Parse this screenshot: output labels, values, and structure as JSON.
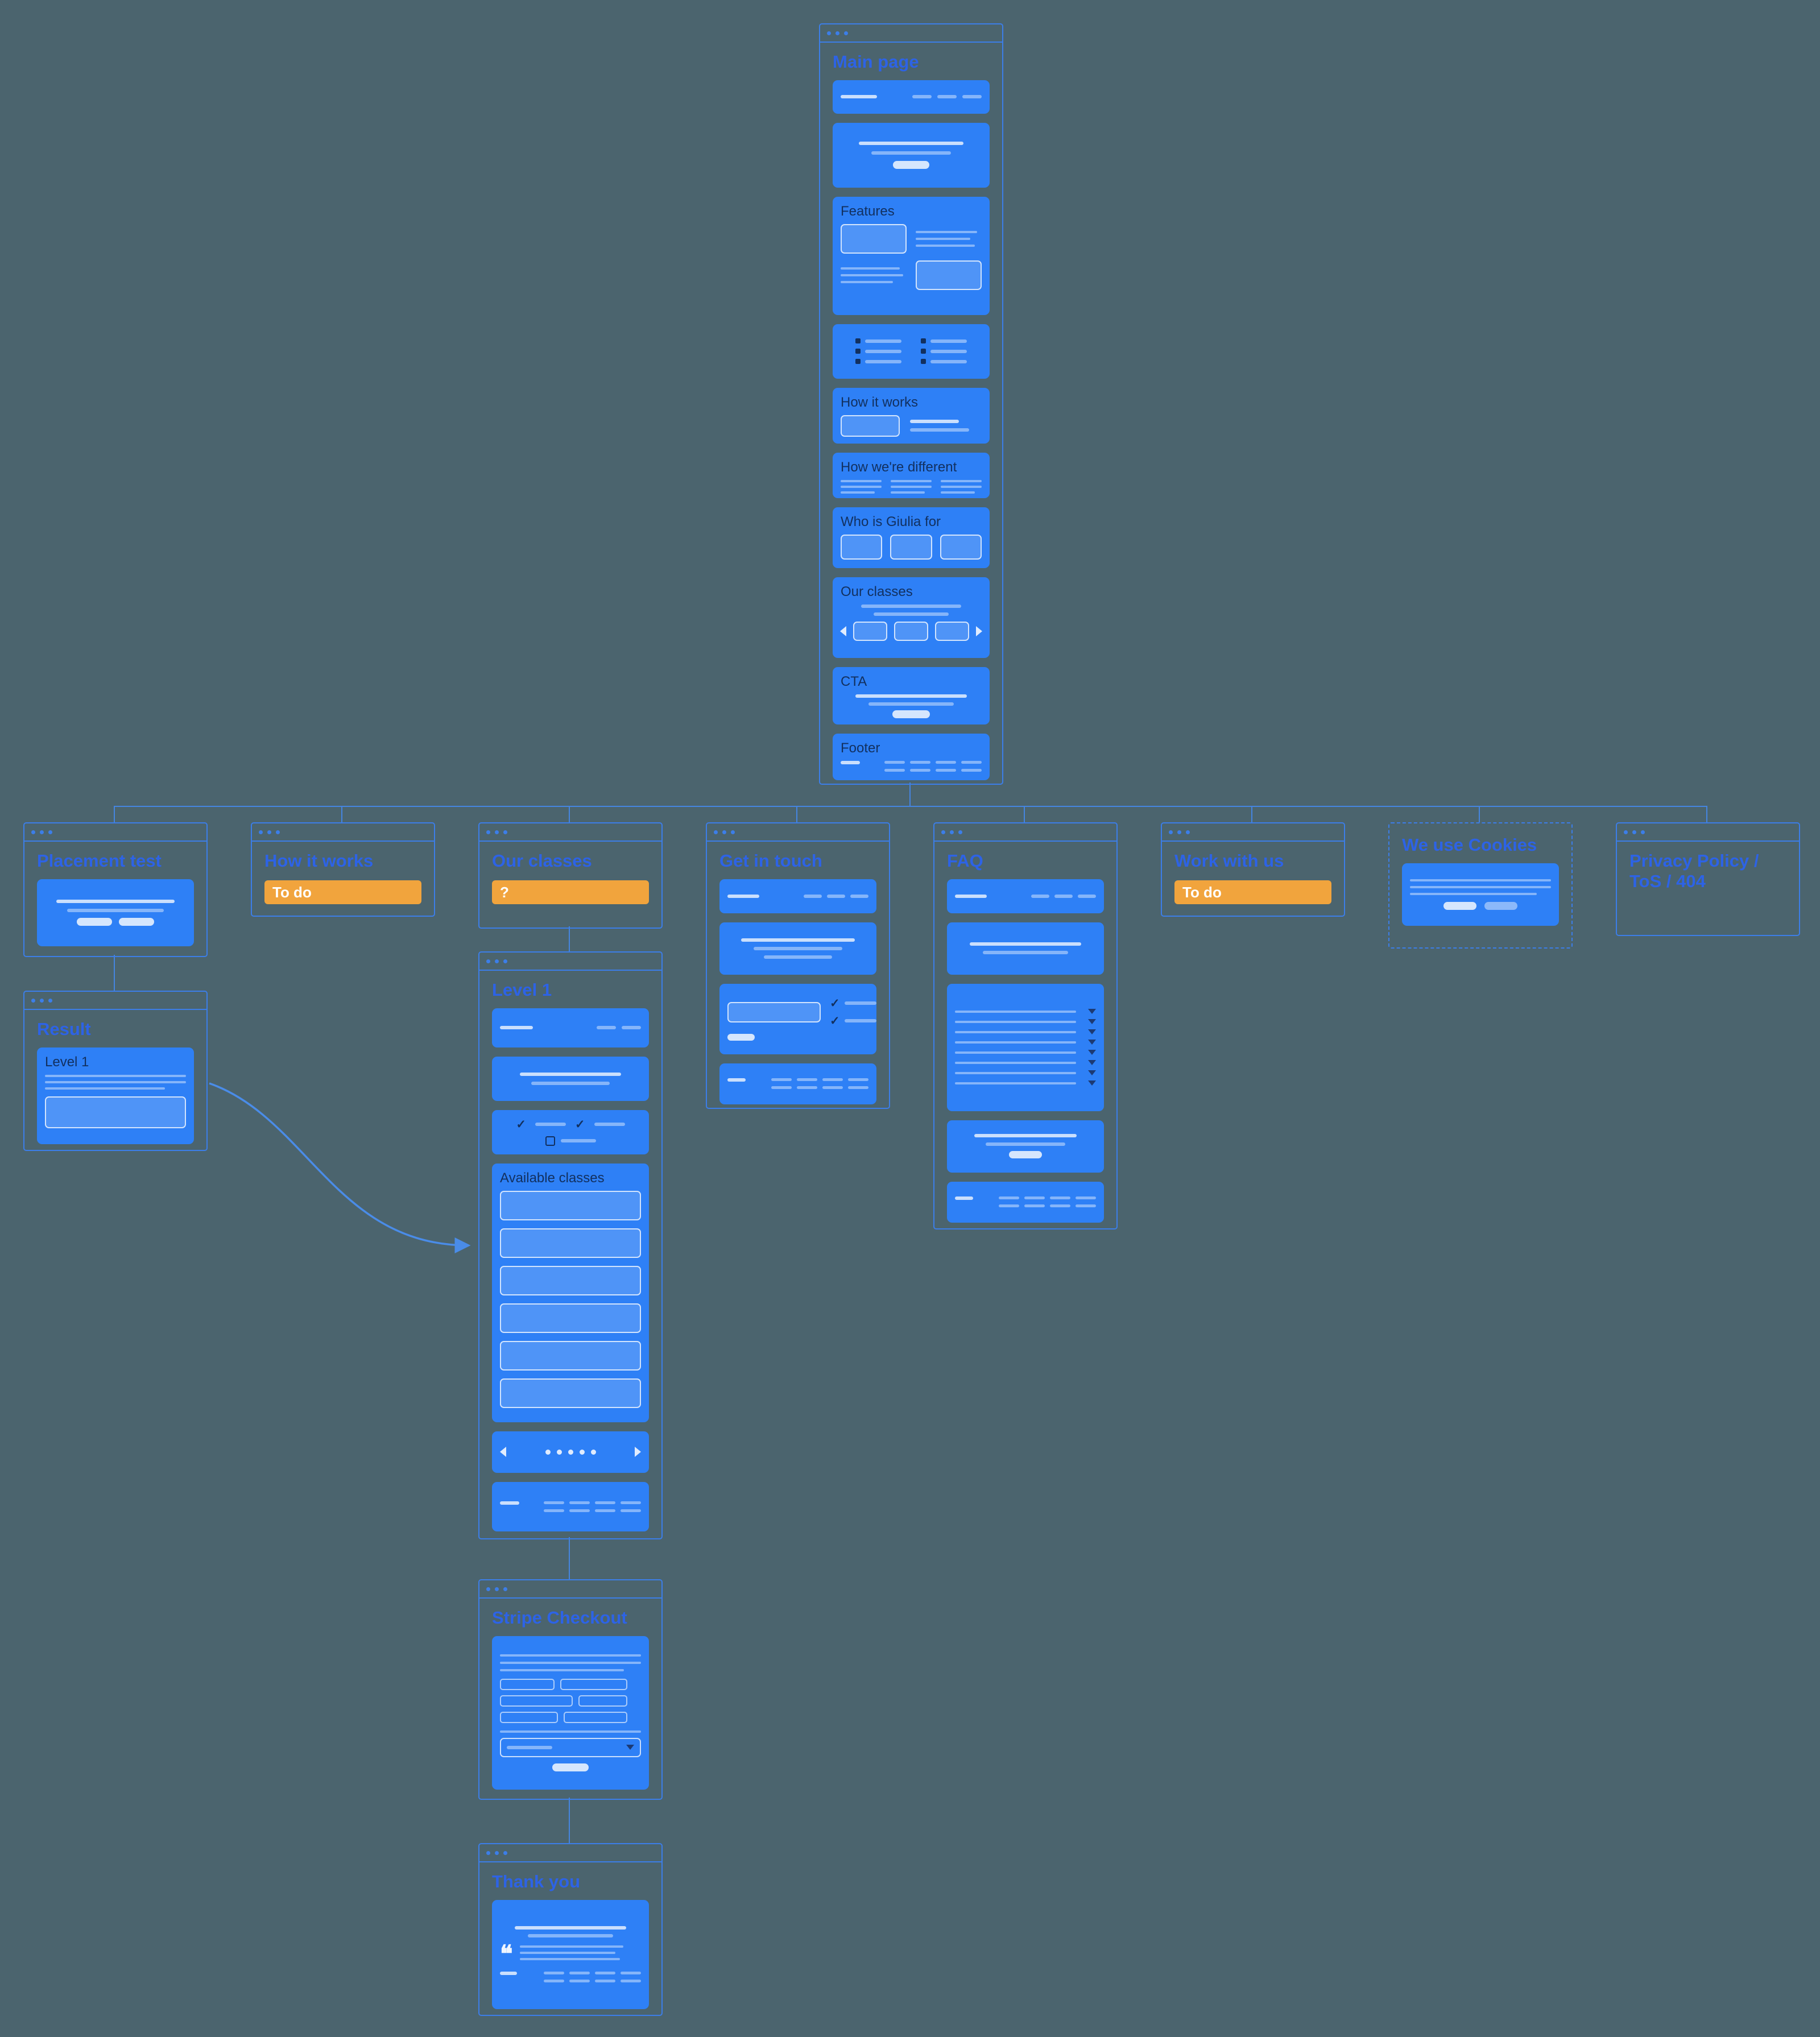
{
  "colors": {
    "background": "#4b646e",
    "frame_border": "#3c7ee8",
    "block_fill": "#2e80f6",
    "title_text": "#2d63e6",
    "label_text": "#12305f",
    "badge_fill": "#f1a43d",
    "badge_text": "#ffffff",
    "connector": "#4585e0"
  },
  "icons": {
    "check": "✓",
    "quote": "❝"
  },
  "nodes": {
    "main": {
      "title": "Main page",
      "sections": {
        "features": "Features",
        "how_it_works": "How it works",
        "how_different": "How we're different",
        "who_for": "Who is Giulia for",
        "our_classes": "Our classes",
        "cta": "CTA",
        "footer": "Footer"
      }
    },
    "placement_test": {
      "title": "Placement test"
    },
    "result": {
      "title": "Result",
      "level_label": "Level 1"
    },
    "how_it_works": {
      "title": "How it works",
      "badge": "To do"
    },
    "our_classes": {
      "title": "Our classes",
      "badge": "?"
    },
    "level1": {
      "title": "Level 1",
      "available_label": "Available classes"
    },
    "stripe": {
      "title": "Stripe Checkout"
    },
    "thank_you": {
      "title": "Thank you"
    },
    "get_in_touch": {
      "title": "Get in touch"
    },
    "faq": {
      "title": "FAQ"
    },
    "work_with_us": {
      "title": "Work with us",
      "badge": "To do"
    },
    "cookies": {
      "title": "We use Cookies"
    },
    "privacy": {
      "title": "Privacy Policy / ToS / 404"
    }
  }
}
